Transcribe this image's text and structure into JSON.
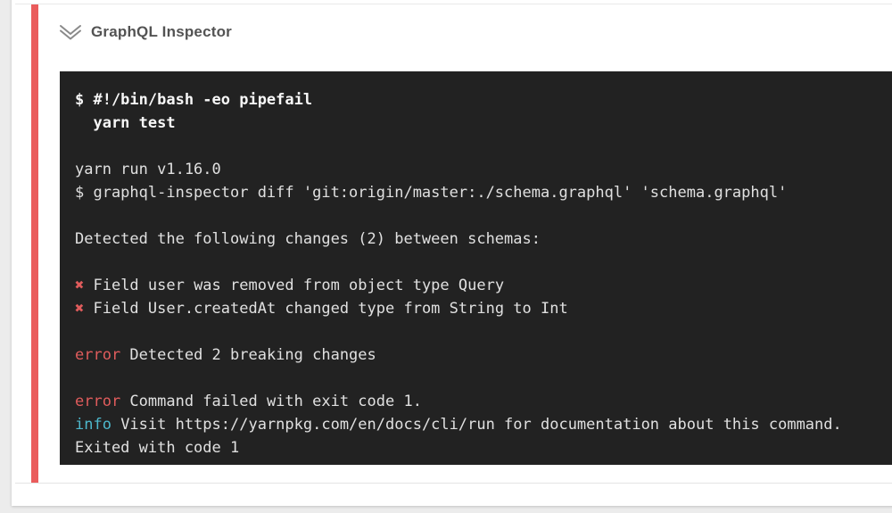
{
  "colors": {
    "accent_red": "#ea5c5c",
    "error_red": "#e05c5c",
    "info_cyan": "#4db8cc",
    "terminal_background": "#222222",
    "terminal_text": "#e0e0e0",
    "page_background": "#ececec",
    "card_background": "#ffffff"
  },
  "step": {
    "title": "GraphQL Inspector",
    "status": "failed",
    "icon": "double-chevron-down-icon"
  },
  "terminal": {
    "lines": [
      {
        "segments": [
          {
            "text": "$ #!/bin/bash -eo pipefail",
            "style": "bold"
          }
        ]
      },
      {
        "segments": [
          {
            "text": "  yarn test",
            "style": "bold"
          }
        ]
      },
      {
        "segments": []
      },
      {
        "segments": [
          {
            "text": "yarn run v1.16.0"
          }
        ]
      },
      {
        "segments": [
          {
            "text": "$ graphql-inspector diff 'git:origin/master:./schema.graphql' 'schema.graphql'"
          }
        ]
      },
      {
        "segments": []
      },
      {
        "segments": [
          {
            "text": "Detected the following changes (2) between schemas:"
          }
        ]
      },
      {
        "segments": []
      },
      {
        "segments": [
          {
            "text": "✖",
            "style": "error"
          },
          {
            "text": " Field user was removed from object type Query"
          }
        ]
      },
      {
        "segments": [
          {
            "text": "✖",
            "style": "error"
          },
          {
            "text": " Field User.createdAt changed type from String to Int"
          }
        ]
      },
      {
        "segments": []
      },
      {
        "segments": [
          {
            "text": "error",
            "style": "error"
          },
          {
            "text": " Detected 2 breaking changes"
          }
        ]
      },
      {
        "segments": []
      },
      {
        "segments": [
          {
            "text": "error",
            "style": "error"
          },
          {
            "text": " Command failed with exit code 1."
          }
        ]
      },
      {
        "segments": [
          {
            "text": "info",
            "style": "info"
          },
          {
            "text": " Visit https://yarnpkg.com/en/docs/cli/run for documentation about this command."
          }
        ]
      },
      {
        "segments": [
          {
            "text": "Exited with code 1"
          }
        ]
      }
    ]
  }
}
